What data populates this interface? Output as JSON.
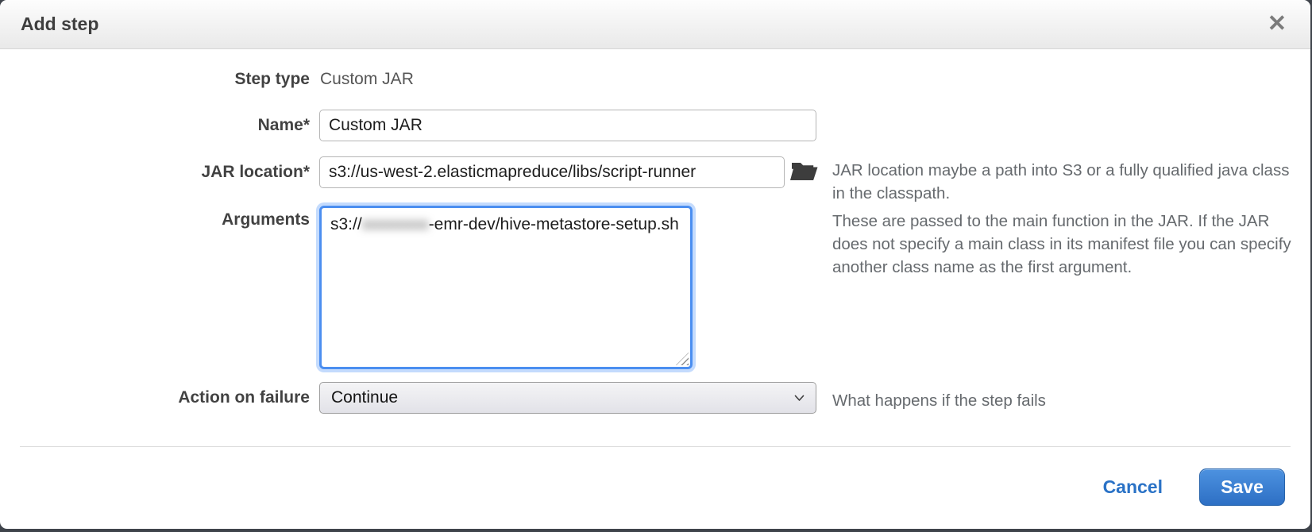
{
  "dialog": {
    "title": "Add step"
  },
  "icons": {
    "close": "✕",
    "jar_browse": "folder-open",
    "select_arrow": "chevron-down"
  },
  "fields": {
    "step_type": {
      "label": "Step type",
      "value": "Custom JAR"
    },
    "name": {
      "label": "Name*",
      "value": "Custom JAR"
    },
    "jar_location": {
      "label": "JAR location*",
      "value": "s3://us-west-2.elasticmapreduce/libs/script-runner",
      "help": "JAR location maybe a path into S3 or a fully qualified java class in the classpath."
    },
    "arguments": {
      "label": "Arguments",
      "value_prefix": "s3://",
      "value_redacted": "xxxxxxxx",
      "value_suffix": "-emr-dev/hive-metastore-setup.sh",
      "help": "These are passed to the main function in the JAR. If the JAR does not specify a main class in its manifest file you can specify another class name as the first argument."
    },
    "action_on_failure": {
      "label": "Action on failure",
      "value": "Continue",
      "help": "What happens if the step fails"
    }
  },
  "footer": {
    "cancel_label": "Cancel",
    "save_label": "Save"
  },
  "colors": {
    "accent_blue": "#2a72c6",
    "save_button_top": "#4d92e0",
    "save_button_bottom": "#2d6fc4",
    "focus_ring": "#4b8ef0",
    "header_text": "#3e3e3e",
    "help_text": "#666a6e"
  }
}
